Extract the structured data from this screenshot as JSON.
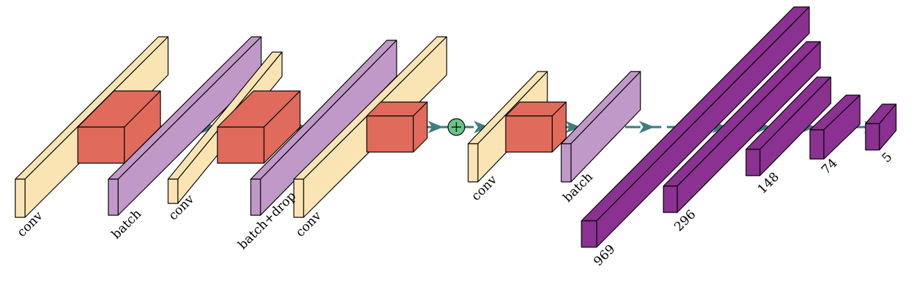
{
  "colors": {
    "conv": "#fbe4b4",
    "batch": "#c199c8",
    "pool": "#e06b5c",
    "dense": "#8a3191",
    "sum": "#6cc387",
    "arrow": "#3f7d7f"
  },
  "layers": [
    {
      "id": "conv-1",
      "kind": "conv",
      "label": "conv"
    },
    {
      "id": "pool-1",
      "kind": "pool",
      "label": ""
    },
    {
      "id": "batch-1",
      "kind": "batch",
      "label": "batch"
    },
    {
      "id": "conv-2",
      "kind": "conv",
      "label": "conv"
    },
    {
      "id": "pool-2",
      "kind": "pool",
      "label": ""
    },
    {
      "id": "batch-2",
      "kind": "batch",
      "label": "batch+drop"
    },
    {
      "id": "conv-3",
      "kind": "conv",
      "label": "conv"
    },
    {
      "id": "pool-3",
      "kind": "pool",
      "label": ""
    },
    {
      "id": "sum",
      "kind": "sum",
      "label": ""
    },
    {
      "id": "conv-4",
      "kind": "conv",
      "label": "conv"
    },
    {
      "id": "pool-4",
      "kind": "pool",
      "label": ""
    },
    {
      "id": "batch-3",
      "kind": "batch",
      "label": "batch"
    },
    {
      "id": "dense-969",
      "kind": "dense",
      "label": "969"
    },
    {
      "id": "dense-296",
      "kind": "dense",
      "label": "296"
    },
    {
      "id": "dense-148",
      "kind": "dense",
      "label": "148"
    },
    {
      "id": "dense-74",
      "kind": "dense",
      "label": "74"
    },
    {
      "id": "dense-5",
      "kind": "dense",
      "label": "5"
    }
  ]
}
